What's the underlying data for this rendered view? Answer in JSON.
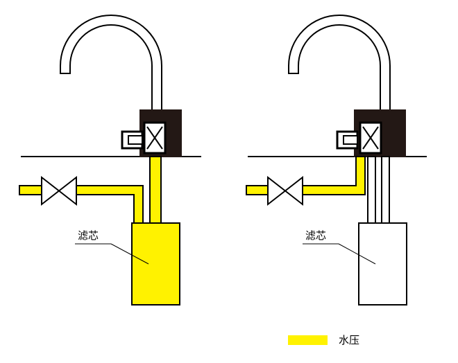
{
  "colors": {
    "water": "#FFF200",
    "line": "#000000",
    "background": "#FFFFFF",
    "body": "#231815"
  },
  "left_diagram": {
    "filter_label": "滤芯",
    "state": "pressurized"
  },
  "right_diagram": {
    "filter_label": "滤芯",
    "state": "unpressurized"
  },
  "legend": {
    "label": "水压",
    "swatch": "water-color"
  }
}
